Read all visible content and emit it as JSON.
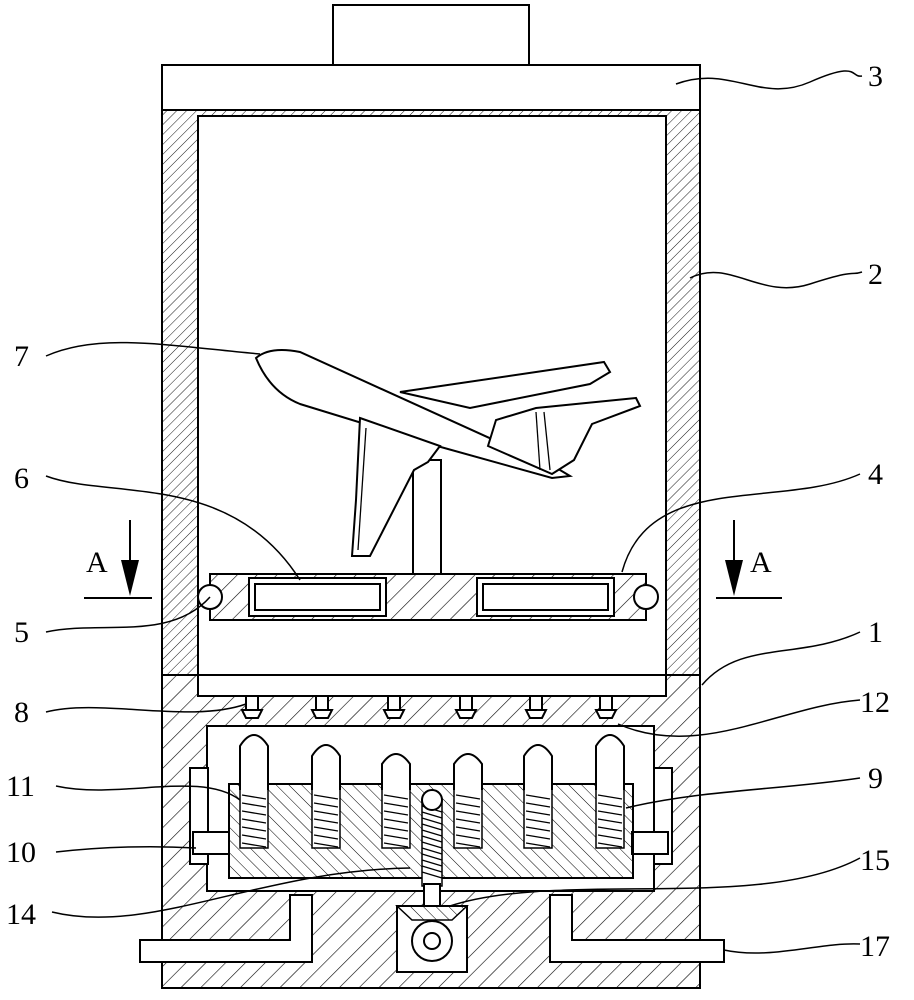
{
  "labels": {
    "l1": "1",
    "l2": "2",
    "l3": "3",
    "l4": "4",
    "l5": "5",
    "l6": "6",
    "l7": "7",
    "l8": "8",
    "l9": "9",
    "l10": "10",
    "l11": "11",
    "l12": "12",
    "l14": "14",
    "l15": "15",
    "l17": "17"
  },
  "section_left": "A",
  "section_right": "A"
}
